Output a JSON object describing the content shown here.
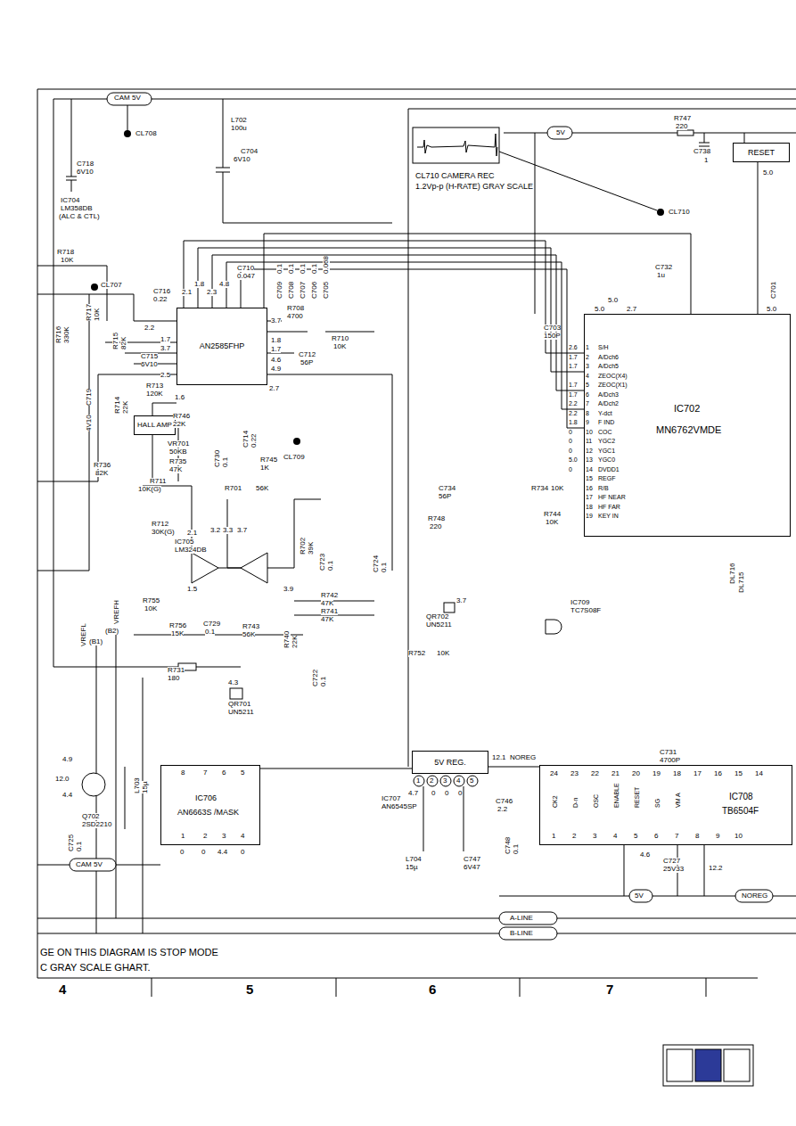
{
  "diagram": {
    "nodes": [
      {
        "text": [
          "AN2585FHP"
        ]
      },
      {
        "text": [
          "RESET"
        ]
      },
      {
        "text": [
          "IC702",
          "MN6762VMDE"
        ]
      },
      {
        "text": [
          "HALL AMP"
        ]
      },
      {
        "text": [
          "IC706",
          "AN6663S /MASK"
        ]
      },
      {
        "text": [
          "5V REG."
        ]
      },
      {
        "text": [
          "IC708",
          "TB6504F"
        ]
      }
    ],
    "edges": [
      {
        "from": 0,
        "to": 2,
        "arrow": "none"
      },
      {
        "from": 5,
        "to": 6,
        "arrow": "none"
      },
      {
        "from": 4,
        "to": 5,
        "arrow": "none"
      },
      {
        "from": 1,
        "to": 2,
        "arrow": "none"
      }
    ],
    "labels": [
      "CAM 5V",
      "CL708",
      "L702",
      "100u",
      "C704",
      "6V10",
      "C718",
      "6V10",
      "IC704",
      "LM358DB",
      "(ALC & CTL)",
      "R718",
      "10K",
      "CL707",
      "C716",
      "0.22",
      "C710",
      "0.047",
      "C709",
      "0.1",
      "C708",
      "0.1",
      "C707",
      "0.1",
      "C706",
      "0.1",
      "C705",
      "0.068",
      "R708",
      "4700",
      "R710",
      "10K",
      "C712",
      "56P",
      "R716",
      "330K",
      "R717",
      "10K",
      "R715",
      "82K",
      "C715",
      "6V10",
      "R713",
      "120K",
      "R714",
      "22K",
      "C719",
      "4V10",
      "R746",
      "22K",
      "VR701",
      "50KB",
      "C730",
      "0.1",
      "C714",
      "0.22",
      "CL709",
      "R735",
      "47K",
      "R745",
      "1K",
      "R736",
      "82K",
      "R711",
      "10K(G)",
      "R701",
      "56K",
      "R712",
      "30K(G)",
      "IC705",
      "LM324DB",
      "R702",
      "39K",
      "C723",
      "0.1",
      "R755",
      "10K",
      "VREFH",
      "VREFL",
      "(B1)",
      "(B2)",
      "R756",
      "15K",
      "C729",
      "0.1",
      "R743",
      "56K",
      "R740",
      "22K",
      "R742",
      "47K",
      "R741",
      "47K",
      "C722",
      "0.1",
      "R731",
      "180",
      "4.3",
      "QR701",
      "UN5211",
      "C724",
      "0.1",
      "C734",
      "56P",
      "R748",
      "220",
      "3.7",
      "QR702",
      "UN5211",
      "R752",
      "10K",
      "R734",
      "10K",
      "R744",
      "10K",
      "IC709",
      "TC7S08F",
      "CL710 CAMERA REC",
      "1.2Vp-p (H-RATE) GRAY SCALE",
      "5V",
      "R747",
      "220",
      "C738",
      "1",
      "5.0",
      "CL710",
      "C732",
      "1u",
      "C703",
      "150P",
      "C701",
      "DL716",
      "DL715",
      "IC707",
      "AN6545SP",
      "C746",
      "2.2",
      "12.1",
      "NOREG",
      "L704",
      "15µ",
      "C747",
      "6V47",
      "C748",
      "0.1",
      "C731",
      "4700P",
      "C727",
      "25V33",
      "4.6",
      "12.2",
      "L703",
      "15µ",
      "Q702",
      "2SD2210",
      "4.9",
      "12.0",
      "4.4",
      "C725",
      "0.1",
      "CAM 5V",
      "5V",
      "NOREG",
      "A-LINE",
      "B-LINE",
      "GE ON THIS DIAGRAM IS STOP MODE",
      "C GRAY SCALE GHART.",
      "4",
      "5",
      "6",
      "7",
      "2.1",
      "1.8",
      "2.3",
      "4.8",
      "2.2",
      "1.7",
      "3.7",
      "2.5",
      "3.7",
      "1.8",
      "1.7",
      "4.6",
      "4.9",
      "1.6",
      "2.7",
      "2.1",
      "3.2",
      "3.3",
      "3.7",
      "1.5",
      "3.9",
      "5.0",
      "5.0",
      "2.7",
      "5.0",
      "1",
      "2",
      "3",
      "4",
      "5",
      "4.7",
      "0",
      "0",
      "0",
      "8",
      "7",
      "6",
      "5",
      "1",
      "2",
      "3",
      "4",
      "0",
      "0",
      "4.4",
      "0",
      "24",
      "23",
      "22",
      "21",
      "20",
      "19",
      "18",
      "17",
      "16",
      "15",
      "14",
      "1",
      "2",
      "3",
      "4",
      "5",
      "6",
      "7",
      "8",
      "9",
      "10",
      "CK2",
      "D-n",
      "OSC",
      "ENABLE",
      "RESET",
      "SG",
      "VM A",
      "1",
      "2",
      "3",
      "4",
      "5",
      "6",
      "7",
      "8",
      "9",
      "10",
      "11",
      "12",
      "13",
      "14",
      "15",
      "16",
      "17",
      "18",
      "19",
      "S/H",
      "A/Dch6",
      "A/Dch5",
      "ZEOC(X4)",
      "ZEOC(X1)",
      "A/Dch3",
      "A/Dch2",
      "Y-dct",
      "F IND",
      "COC",
      "YGC2",
      "YGC1",
      "YGC0",
      "DVDD1",
      "REGF",
      "R/B",
      "HF NEAR",
      "HF FAR",
      "KEY IN",
      "2.6",
      "1.7",
      "1.7",
      "1.7",
      "1.7",
      "2.2",
      "2.2",
      "1.8",
      "0",
      "0",
      "0",
      "5.0",
      "0"
    ]
  }
}
